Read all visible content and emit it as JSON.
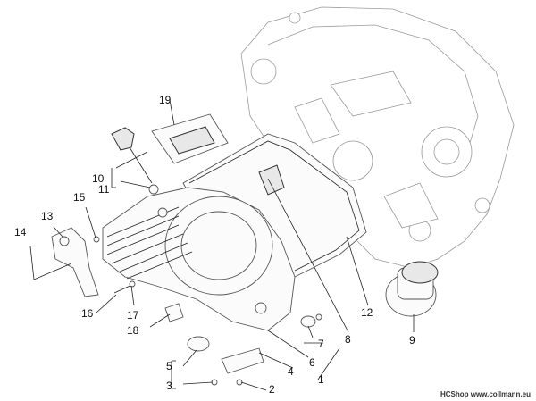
{
  "labels": {
    "p1": "1",
    "p2": "2",
    "p3": "3",
    "p4": "4",
    "p5": "5",
    "p6": "6",
    "p7": "7",
    "p8": "8",
    "p9": "9",
    "p10": "10",
    "p11": "11",
    "p12": "12",
    "p13": "13",
    "p14": "14",
    "p15": "15",
    "p16": "16",
    "p17": "17",
    "p18": "18",
    "p19": "19"
  },
  "credit": "HCShop www.collmann.eu"
}
